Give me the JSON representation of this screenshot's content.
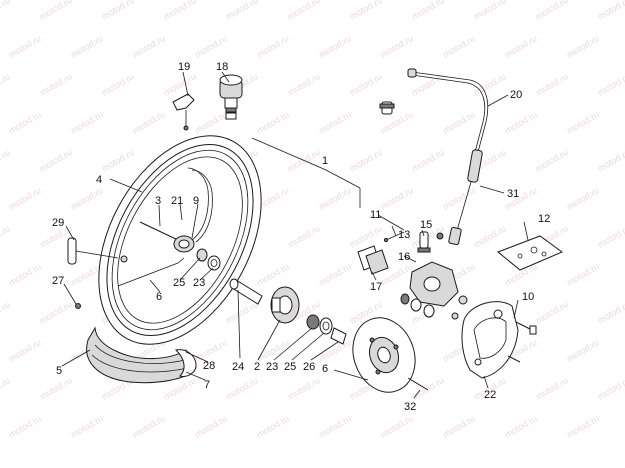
{
  "watermark": "motod.ru",
  "callouts": [
    {
      "id": "c1",
      "text": "1"
    },
    {
      "id": "c2",
      "text": "2"
    },
    {
      "id": "c3",
      "text": "3"
    },
    {
      "id": "c4",
      "text": "4"
    },
    {
      "id": "c5",
      "text": "5"
    },
    {
      "id": "c6a",
      "text": "6"
    },
    {
      "id": "c6b",
      "text": "6"
    },
    {
      "id": "c7",
      "text": "7"
    },
    {
      "id": "c9",
      "text": "9"
    },
    {
      "id": "c10",
      "text": "10"
    },
    {
      "id": "c11",
      "text": "11"
    },
    {
      "id": "c12",
      "text": "12"
    },
    {
      "id": "c13",
      "text": "13"
    },
    {
      "id": "c15",
      "text": "15"
    },
    {
      "id": "c16",
      "text": "16"
    },
    {
      "id": "c17",
      "text": "17"
    },
    {
      "id": "c18",
      "text": "18"
    },
    {
      "id": "c19",
      "text": "19"
    },
    {
      "id": "c20",
      "text": "20"
    },
    {
      "id": "c21",
      "text": "21"
    },
    {
      "id": "c22",
      "text": "22"
    },
    {
      "id": "c23a",
      "text": "23"
    },
    {
      "id": "c23b",
      "text": "23"
    },
    {
      "id": "c24",
      "text": "24"
    },
    {
      "id": "c25a",
      "text": "25"
    },
    {
      "id": "c25b",
      "text": "25"
    },
    {
      "id": "c26",
      "text": "26"
    },
    {
      "id": "c27",
      "text": "27"
    },
    {
      "id": "c28",
      "text": "28"
    },
    {
      "id": "c29",
      "text": "29"
    },
    {
      "id": "c31",
      "text": "31"
    },
    {
      "id": "c32",
      "text": "32"
    }
  ]
}
